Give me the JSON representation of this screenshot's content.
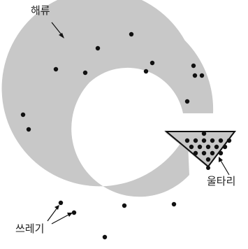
{
  "labels": {
    "current": "해류",
    "trash": "쓰레기",
    "fence": "울타리"
  },
  "colors": {
    "flow": "#c8c8c8",
    "dot": "#111111",
    "line": "#111111",
    "background": "#ffffff"
  }
}
